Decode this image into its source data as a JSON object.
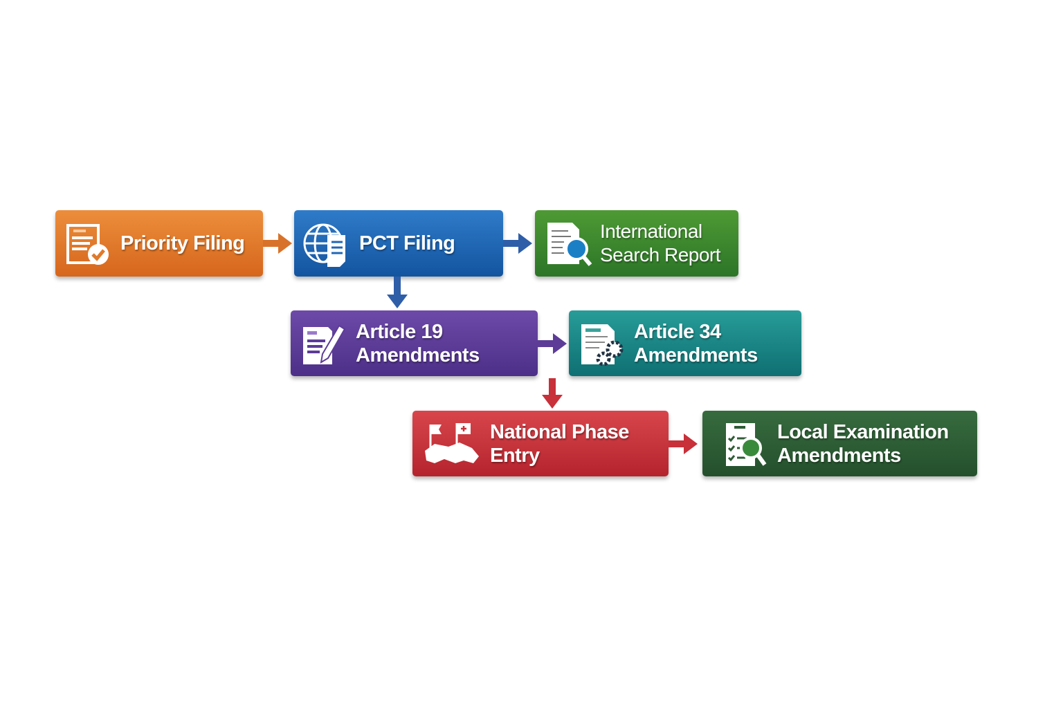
{
  "diagram": {
    "nodes": [
      {
        "id": "priority-filing",
        "lines": [
          "Priority Filing"
        ],
        "icon": "document-check-icon",
        "color": "#e27b2c"
      },
      {
        "id": "pct-filing",
        "lines": [
          "PCT Filing"
        ],
        "icon": "globe-document-icon",
        "color": "#1f66b6"
      },
      {
        "id": "international-search-report",
        "lines": [
          "International",
          "Search Report"
        ],
        "icon": "document-magnifier-icon",
        "color": "#3c8a2e"
      },
      {
        "id": "article-19-amendments",
        "lines": [
          "Article 19",
          "Amendments"
        ],
        "icon": "document-pencil-icon",
        "color": "#5d3c98"
      },
      {
        "id": "article-34-amendments",
        "lines": [
          "Article 34",
          "Amendments"
        ],
        "icon": "document-gears-icon",
        "color": "#1a8888"
      },
      {
        "id": "national-phase-entry",
        "lines": [
          "National Phase",
          "Entry"
        ],
        "icon": "map-flags-icon",
        "color": "#c8303a"
      },
      {
        "id": "local-examination-amendments",
        "lines": [
          "Local Examination",
          "Amendments"
        ],
        "icon": "checklist-magnifier-icon",
        "color": "#2e5c35"
      }
    ],
    "edges": [
      {
        "from": "priority-filing",
        "to": "pct-filing",
        "color": "#d8722a"
      },
      {
        "from": "pct-filing",
        "to": "international-search-report",
        "color": "#2f5ea8"
      },
      {
        "from": "pct-filing",
        "to": "article-19-amendments",
        "color": "#2f5ea8"
      },
      {
        "from": "article-19-amendments",
        "to": "article-34-amendments",
        "color": "#5d3c98"
      },
      {
        "from": "article-34-amendments",
        "to": "national-phase-entry",
        "color": "#c8303a"
      },
      {
        "from": "national-phase-entry",
        "to": "local-examination-amendments",
        "color": "#c8303a"
      }
    ]
  }
}
